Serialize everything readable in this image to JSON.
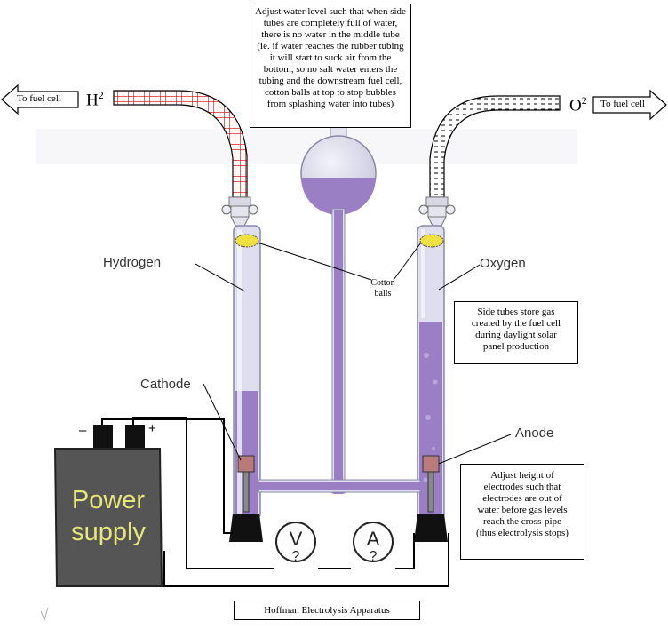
{
  "notes": {
    "water_level": [
      "Adjust water level such that when side",
      "tubes are completely full of water,",
      "there is no water in the middle tube",
      "(ie. if water reaches the rubber tubing",
      "it will start to suck air from the",
      "bottom, so no salt water enters the",
      "tubing and the downstream fuel cell,",
      "cotton balls at top to stop bubbles",
      "from splashing water into tubes)"
    ],
    "side_tubes": [
      "Side tubes store gas",
      "created by the fuel cell",
      "during daylight solar",
      "panel production"
    ],
    "electrodes": [
      "Adjust height of",
      "electrodes such that",
      "electrodes are out of",
      "water before gas levels",
      "reach the cross-pipe",
      "(thus electrolysis stops)"
    ],
    "caption": "Hoffman Electrolysis Apparatus"
  },
  "arrows": {
    "left": "To fuel cell",
    "right": "To fuel cell"
  },
  "gases": {
    "left_symbol": "H",
    "left_sup": "2",
    "right_symbol": "O",
    "right_sup": "2"
  },
  "labels": {
    "hydrogen": "Hydrogen",
    "oxygen": "Oxygen",
    "cathode": "Cathode",
    "anode": "Anode",
    "cotton_line1": "Cotton",
    "cotton_line2": "balls",
    "minus": "–",
    "plus": "+"
  },
  "power_supply": {
    "line1": "Power",
    "line2": "supply"
  },
  "meters": {
    "voltmeter": "V",
    "ammeter": "A",
    "voltmeter_reading": "?",
    "ammeter_reading": "?"
  },
  "colors": {
    "water": "#9a7fc4",
    "water_dark": "#7e62b0",
    "glass": "#dcdcec",
    "hydrogen_tube": "#cc0000",
    "power_supply": "#555555",
    "power_text": "#e6e67a",
    "cotton": "#f0e040"
  }
}
